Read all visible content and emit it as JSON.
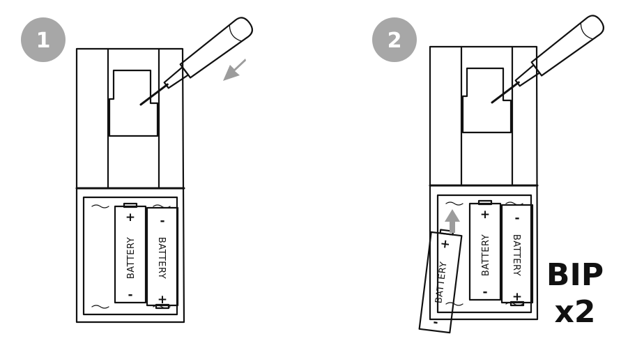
{
  "steps": [
    {
      "number": "1"
    },
    {
      "number": "2"
    }
  ],
  "battery": {
    "label": "BATTERY",
    "plus": "+",
    "minus": "-"
  },
  "note": {
    "line1": "BIP",
    "line2": "x2"
  },
  "colors": {
    "circle": "#a7a7a7",
    "arrow": "#9c9c9c",
    "line": "#111111"
  },
  "icons": [
    "screwdriver-icon",
    "arrow-icon",
    "battery-icon",
    "remote-icon"
  ]
}
